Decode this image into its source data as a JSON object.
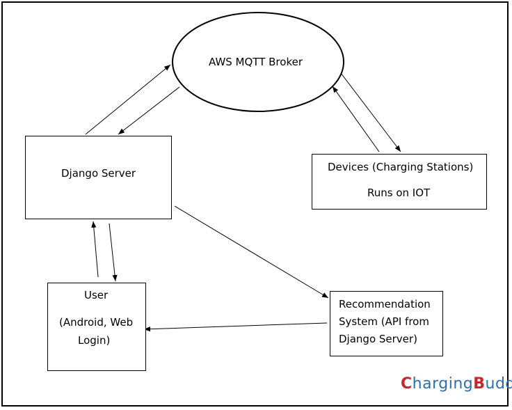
{
  "nodes": {
    "broker": {
      "label": "AWS MQTT Broker"
    },
    "django": {
      "label": "Django Server"
    },
    "devices": {
      "line1": "Devices (Charging Stations)",
      "line2": "Runs on IOT"
    },
    "user": {
      "line1": "User",
      "line2": "(Android, Web",
      "line3": "Login)"
    },
    "recommendation": {
      "line1": "Recommendation",
      "line2": "System (API from",
      "line3": "Django Server)"
    }
  },
  "logo": {
    "text": "ChargingBuddy",
    "colors": {
      "C": "#c4272d",
      "harging": "#2f6fa8",
      "B": "#c4272d",
      "uddy": "#2f6fa8"
    }
  }
}
